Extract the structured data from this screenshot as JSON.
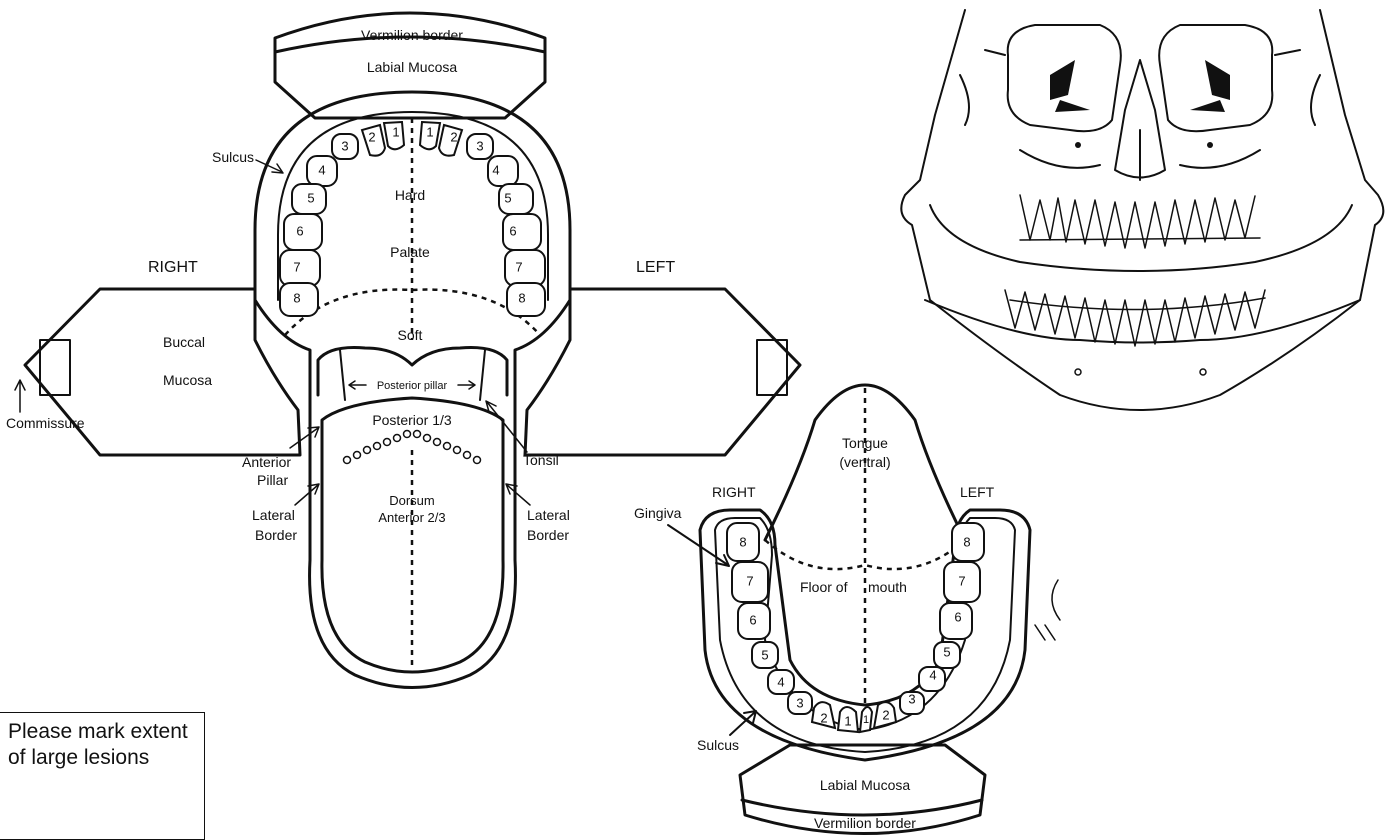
{
  "upper_diagram": {
    "vermilion_border": "Vermilion border",
    "labial_mucosa": "Labial Mucosa",
    "sulcus": "Sulcus",
    "hard": "Hard",
    "palate": "Palate",
    "soft": "Soft",
    "right": "RIGHT",
    "left": "LEFT",
    "buccal": "Buccal",
    "mucosa": "Mucosa",
    "commissure": "Commissure",
    "posterior_pillar": "Posterior pillar",
    "posterior_third": "Posterior 1/3",
    "anterior_pillar_1": "Anterior",
    "anterior_pillar_2": "Pillar",
    "tonsil": "Tonsil",
    "lateral_border_1": "Lateral",
    "lateral_border_2": "Border",
    "dorsum": "Dorsum",
    "anterior_two_thirds": "Anterior 2/3",
    "tooth_numbers": [
      "1",
      "2",
      "3",
      "4",
      "5",
      "6",
      "7",
      "8"
    ]
  },
  "lower_diagram": {
    "tongue_ventral_1": "Tongue",
    "tongue_ventral_2": "(ventral)",
    "right": "RIGHT",
    "left": "LEFT",
    "gingiva": "Gingiva",
    "floor_of": "Floor of",
    "mouth": "mouth",
    "sulcus": "Sulcus",
    "labial_mucosa": "Labial Mucosa",
    "vermilion_border": "Vermilion border",
    "tooth_numbers": [
      "1",
      "2",
      "3",
      "4",
      "5",
      "6",
      "7",
      "8"
    ]
  },
  "note": {
    "text": "Please mark extent of large lesions"
  },
  "skull": {
    "illustration": "skull-front-view"
  }
}
